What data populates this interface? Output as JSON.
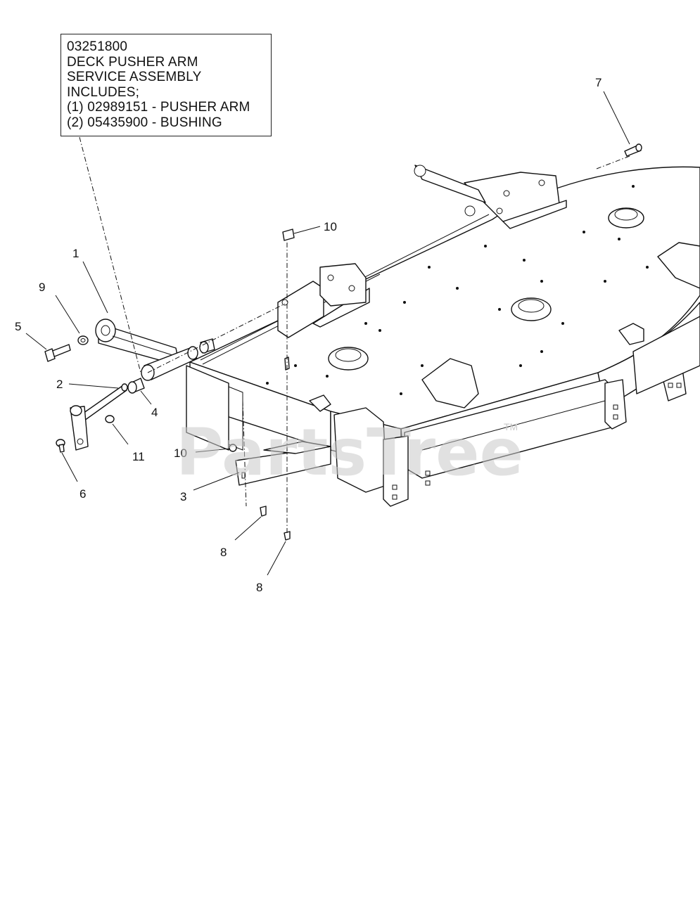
{
  "callout": {
    "lines": [
      "03251800",
      "DECK PUSHER ARM",
      "SERVICE ASSEMBLY",
      "INCLUDES;",
      "(1) 02989151 - PUSHER ARM",
      "(2) 05435900 - BUSHING"
    ]
  },
  "labels": {
    "p1": "1",
    "p2": "2",
    "p3": "3",
    "p4": "4",
    "p5": "5",
    "p6": "6",
    "p7": "7",
    "p8a": "8",
    "p8b": "8",
    "p9": "9",
    "p10a": "10",
    "p10b": "10",
    "p11": "11"
  },
  "watermark": {
    "text": "PartsTree",
    "tm": "TM"
  }
}
